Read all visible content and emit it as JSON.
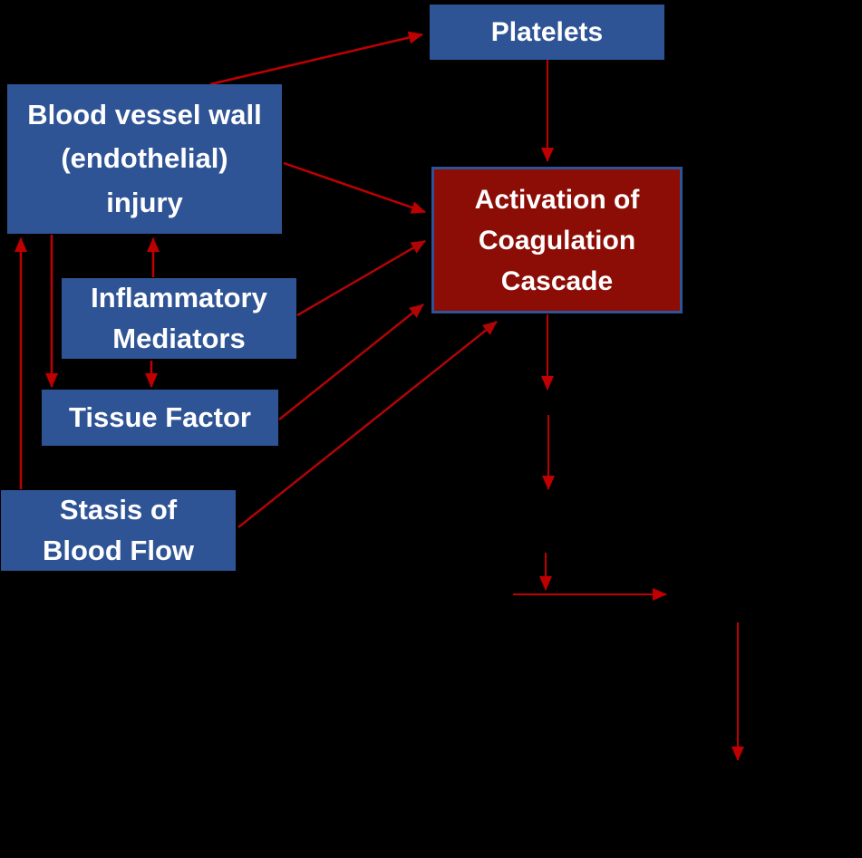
{
  "diagram": {
    "title": "Coagulation cascade activation diagram",
    "background_color": "#000000",
    "colors": {
      "node_blue": "#2F5496",
      "node_dark_red": "#8B0D06",
      "node_border_blue": "#2F5496",
      "arrow_red": "#C00000",
      "arrow_dark_red": "#AF0505",
      "text_white": "#FFFFFF"
    },
    "nodes": {
      "platelets": {
        "label": "Platelets"
      },
      "vessel": {
        "label": "Blood vessel wall\n(endothelial)\ninjury"
      },
      "inflammatory": {
        "label": "Inflammatory\nMediators"
      },
      "tissue": {
        "label": "Tissue Factor"
      },
      "stasis": {
        "label": "Stasis of\nBlood Flow"
      },
      "activation": {
        "label": "Activation of\nCoagulation\nCascade"
      }
    },
    "edges": [
      {
        "from": "blood-vessel-wall-injury",
        "to": "platelets"
      },
      {
        "from": "platelets",
        "to": "activation-of-coagulation-cascade"
      },
      {
        "from": "blood-vessel-wall-injury",
        "to": "activation-of-coagulation-cascade"
      },
      {
        "from": "inflammatory-mediators",
        "to": "activation-of-coagulation-cascade"
      },
      {
        "from": "tissue-factor",
        "to": "activation-of-coagulation-cascade"
      },
      {
        "from": "stasis-of-blood-flow",
        "to": "activation-of-coagulation-cascade"
      },
      {
        "from": "stasis-of-blood-flow",
        "to": "blood-vessel-wall-injury"
      },
      {
        "from": "blood-vessel-wall-injury",
        "to": "tissue-factor"
      },
      {
        "from": "inflammatory-mediators",
        "to": "blood-vessel-wall-injury"
      },
      {
        "from": "inflammatory-mediators",
        "to": "tissue-factor"
      },
      {
        "from": "activation-of-coagulation-cascade",
        "to": "unlabeled-node-1"
      },
      {
        "from": "unlabeled-node-1",
        "to": "unlabeled-node-2"
      },
      {
        "from": "unlabeled-node-2",
        "to": "unlabeled-node-3"
      },
      {
        "from": "unlabeled-node-3",
        "to": "unlabeled-node-4"
      },
      {
        "from": "unlabeled-node-4",
        "to": "unlabeled-node-5"
      }
    ]
  }
}
